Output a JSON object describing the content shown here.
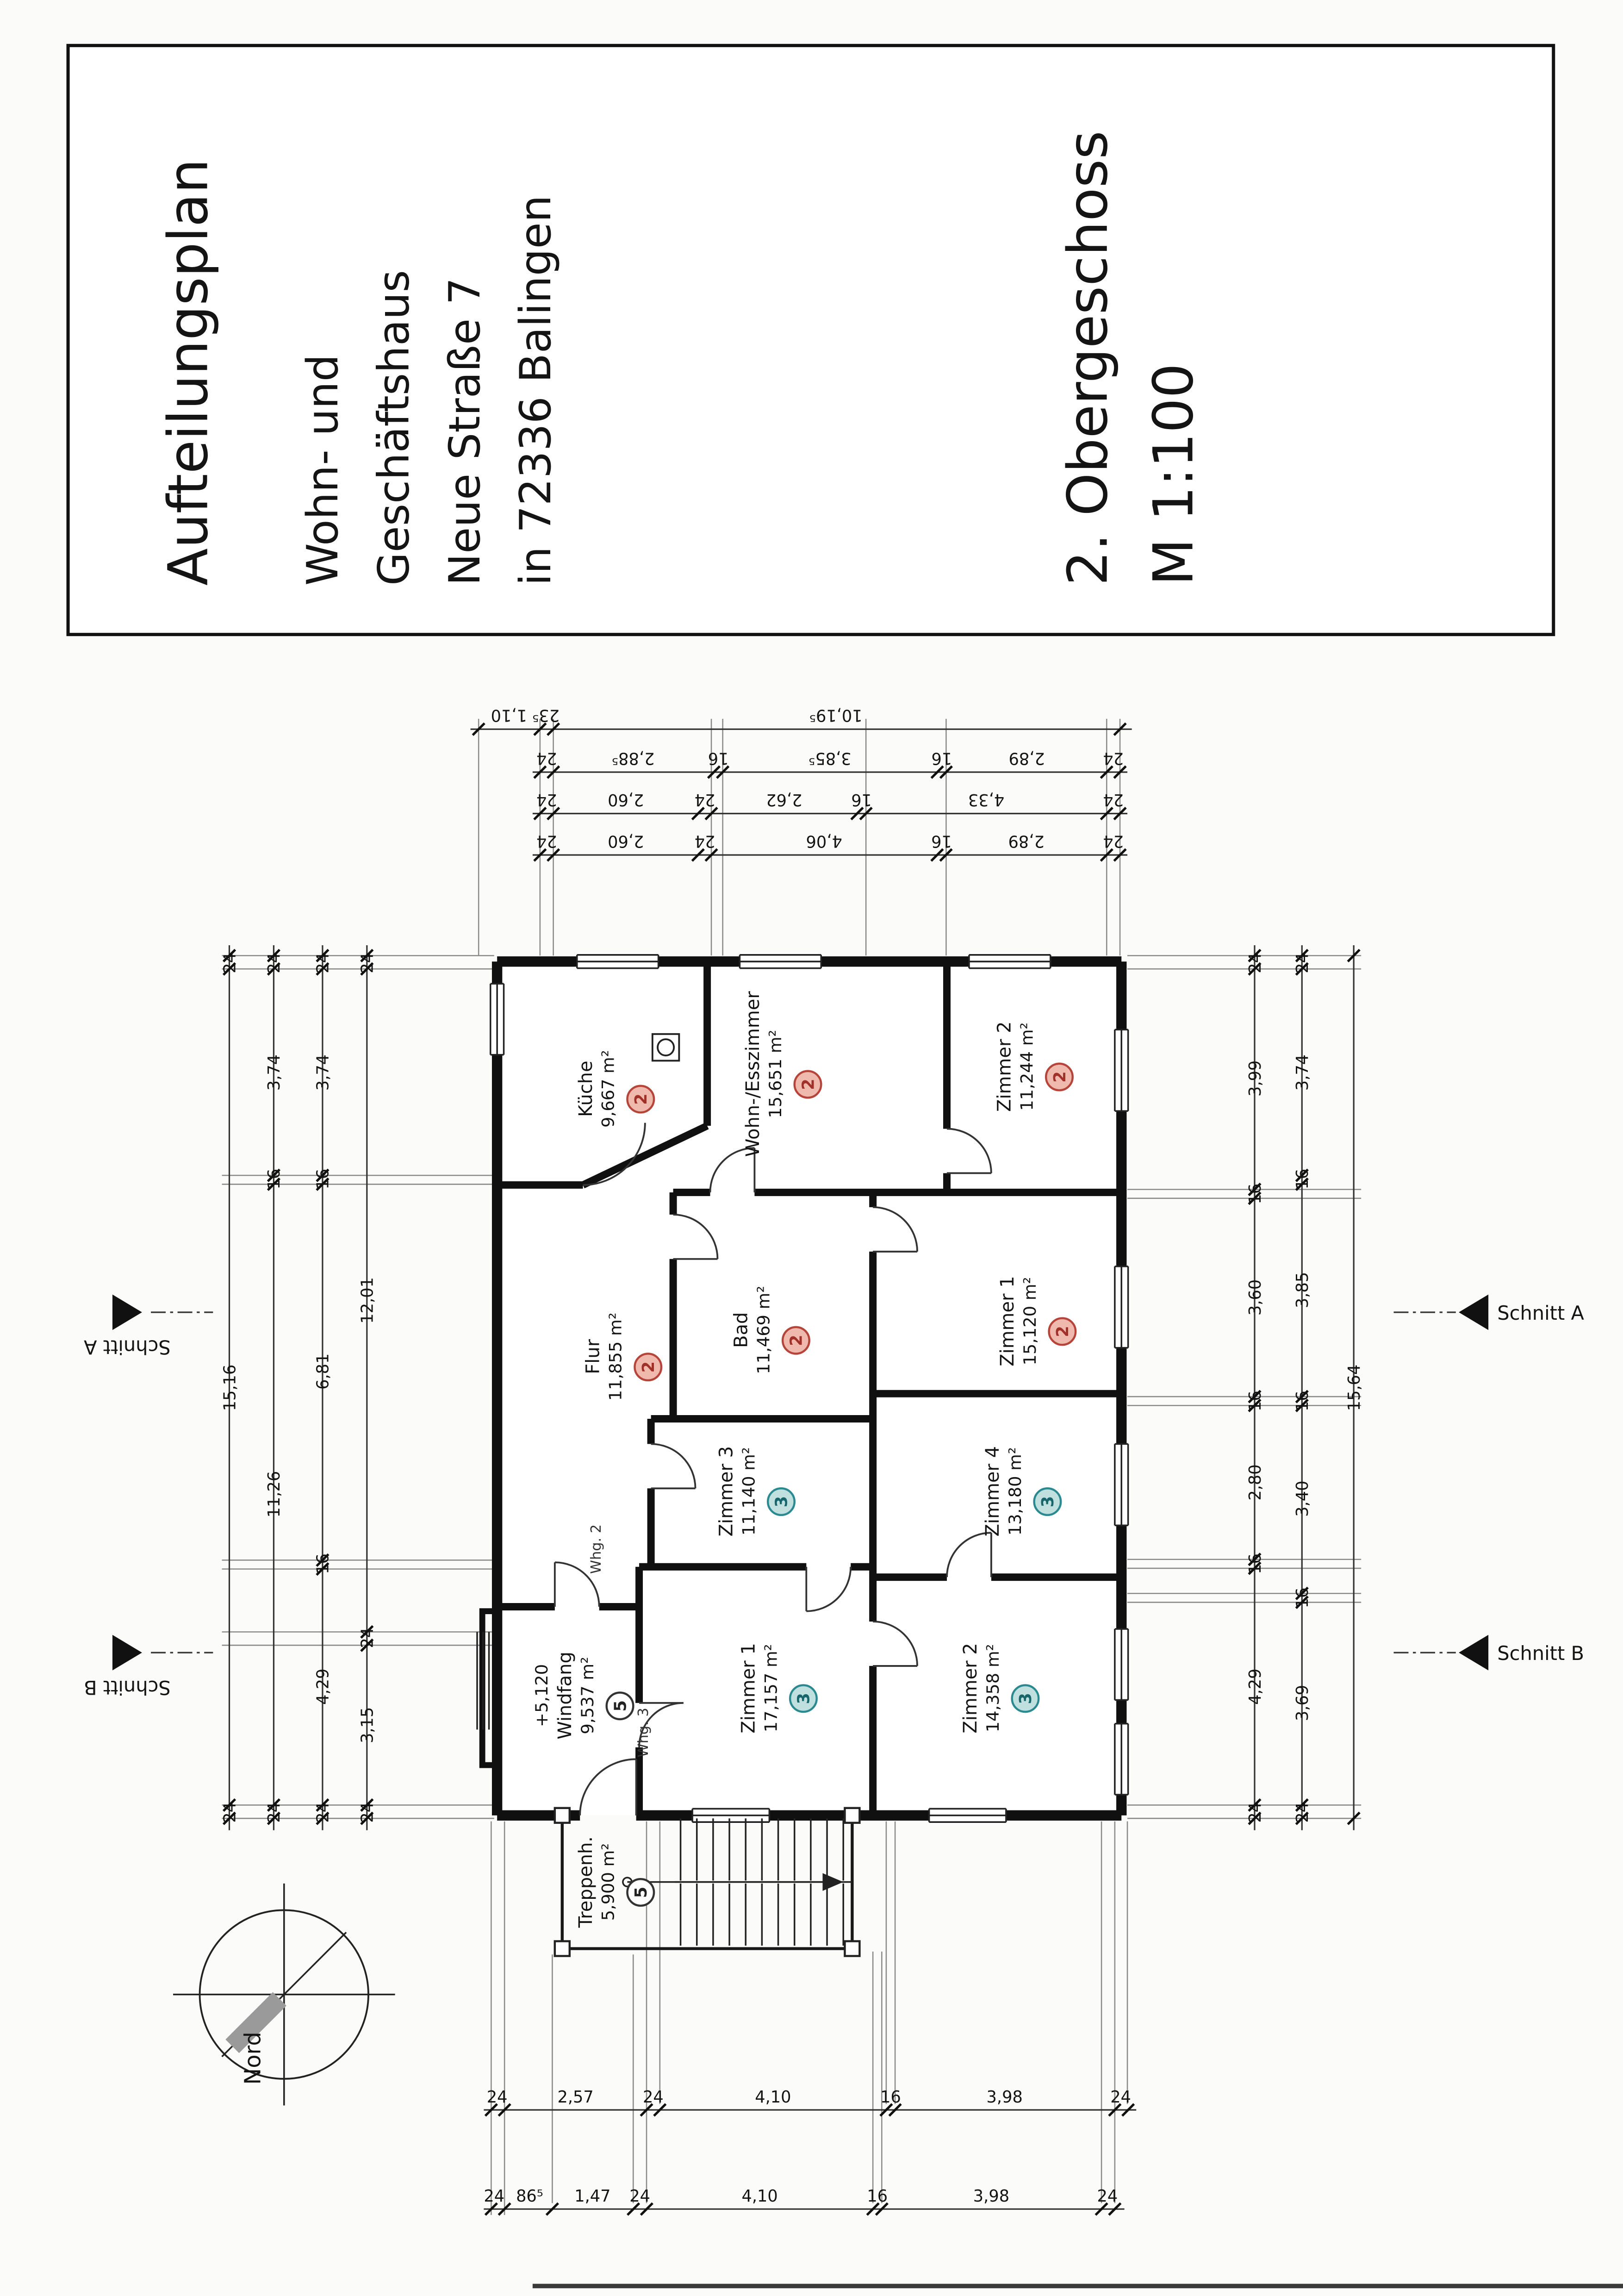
{
  "document": {
    "plan_type": "Aufteilungsplan",
    "building_line1": "Wohn- und",
    "building_line2": "Geschäftshaus",
    "address_line1": "Neue Straße 7",
    "address_line2": "in 72336 Balingen",
    "floor": "2. Obergeschoss",
    "scale": "M 1:100"
  },
  "rooms": [
    {
      "name": "Küche",
      "area": "9,667 m²",
      "unit": "2"
    },
    {
      "name": "Wohn-/Esszimmer",
      "area": "15,651 m²",
      "unit": "2"
    },
    {
      "name": "Zimmer 2",
      "area": "11,244 m²",
      "unit": "2"
    },
    {
      "name": "Flur",
      "area": "11,855 m²",
      "unit": "2"
    },
    {
      "name": "Bad",
      "area": "11,469 m²",
      "unit": "2"
    },
    {
      "name": "Zimmer 1",
      "area": "15,120 m²",
      "unit": "2"
    },
    {
      "name": "Zimmer 3",
      "area": "11,140 m²",
      "unit": "3"
    },
    {
      "name": "Zimmer 4",
      "area": "13,180 m²",
      "unit": "3"
    },
    {
      "name": "Zimmer 1",
      "area": "17,157 m²",
      "unit": "3"
    },
    {
      "name": "Zimmer 2",
      "area": "14,358 m²",
      "unit": "3"
    },
    {
      "name": "Windfang",
      "area": "9,537 m²",
      "unit": "5",
      "elevation": "+5,120"
    },
    {
      "name": "Treppenh.",
      "area": "5,900 m²",
      "unit": "5"
    }
  ],
  "annotations": {
    "whg2": "Whg. 2",
    "whg3": "Whg. 3",
    "nord": "Nord",
    "schnitt_a": "Schnitt A",
    "schnitt_b": "Schnitt B"
  },
  "dims": {
    "top_rows": [
      [
        "1,10",
        "23⁵",
        "10,19⁵"
      ],
      [
        "24",
        "2,88⁵",
        "16",
        "3,85⁵",
        "16",
        "2,89",
        "24"
      ],
      [
        "24",
        "2,60",
        "24",
        "2,62",
        "16",
        "4,33",
        "24"
      ],
      [
        "24",
        "2,60",
        "24",
        "4,06",
        "16",
        "2,89",
        "24"
      ]
    ],
    "left_cols": [
      [
        "24",
        "15,16",
        "24"
      ],
      [
        "24",
        "3,74",
        "16",
        "11,26",
        "24"
      ],
      [
        "24",
        "3,74",
        "16",
        "6,81",
        "16",
        "4,29",
        "24"
      ],
      [
        "24",
        "12,01",
        "24",
        "3,15",
        "24"
      ]
    ],
    "right_cols": [
      [
        "24",
        "3,99",
        "16",
        "3,60",
        "16",
        "2,80",
        "16",
        "4,29",
        "24"
      ],
      [
        "24",
        "3,74",
        "16",
        "3,85",
        "16",
        "3,40",
        "16",
        "3,69",
        "24"
      ],
      [
        "15,64"
      ]
    ],
    "bottom_rows": [
      [
        "24",
        "2,57",
        "24",
        "4,10",
        "16",
        "3,98",
        "24"
      ],
      [
        "24",
        "86⁵",
        "1,47",
        "24",
        "4,10",
        "16",
        "3,98",
        "24"
      ]
    ]
  },
  "colors": {
    "ink": "#141414",
    "unit2_fill": "#f0b9ae",
    "unit2_stroke": "#b5443a",
    "unit3_fill": "#bfe0df",
    "unit3_stroke": "#2b8a8f",
    "unit5_stroke": "#333333",
    "north_needle": "#9a9a9a"
  }
}
